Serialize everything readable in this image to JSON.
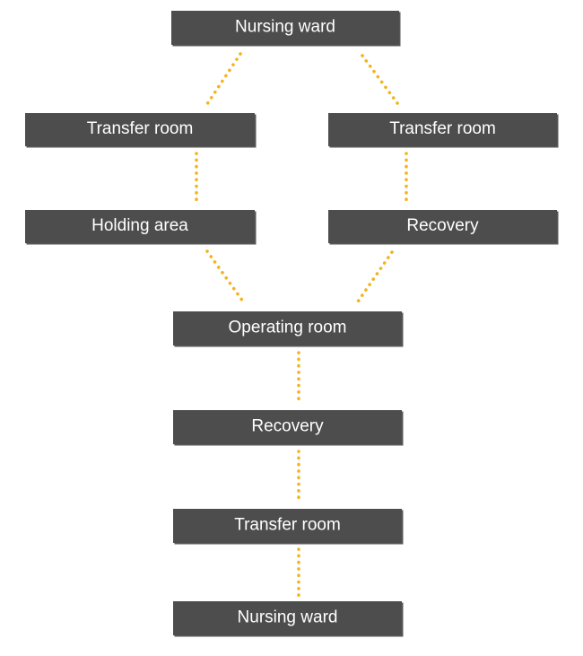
{
  "colors": {
    "node_fill": "#4d4d4d",
    "node_text": "#ffffff",
    "connector": "#f2b41e"
  },
  "nodes": [
    {
      "id": "nursing-ward-top",
      "label": "Nursing ward"
    },
    {
      "id": "transfer-room-left",
      "label": "Transfer room"
    },
    {
      "id": "transfer-room-right",
      "label": "Transfer room"
    },
    {
      "id": "holding-area",
      "label": "Holding area"
    },
    {
      "id": "recovery-right",
      "label": "Recovery"
    },
    {
      "id": "operating-room",
      "label": "Operating room"
    },
    {
      "id": "recovery-center",
      "label": "Recovery"
    },
    {
      "id": "transfer-room-center",
      "label": "Transfer room"
    },
    {
      "id": "nursing-ward-bottom",
      "label": "Nursing ward"
    }
  ],
  "edges": [
    {
      "from": "nursing-ward-top",
      "to": "transfer-room-left",
      "style": "dotted"
    },
    {
      "from": "nursing-ward-top",
      "to": "transfer-room-right",
      "style": "dotted"
    },
    {
      "from": "transfer-room-left",
      "to": "holding-area",
      "style": "dotted"
    },
    {
      "from": "transfer-room-right",
      "to": "recovery-right",
      "style": "dotted"
    },
    {
      "from": "holding-area",
      "to": "operating-room",
      "style": "dotted"
    },
    {
      "from": "recovery-right",
      "to": "operating-room",
      "style": "dotted"
    },
    {
      "from": "operating-room",
      "to": "recovery-center",
      "style": "dotted"
    },
    {
      "from": "recovery-center",
      "to": "transfer-room-center",
      "style": "dotted"
    },
    {
      "from": "transfer-room-center",
      "to": "nursing-ward-bottom",
      "style": "dotted"
    }
  ]
}
